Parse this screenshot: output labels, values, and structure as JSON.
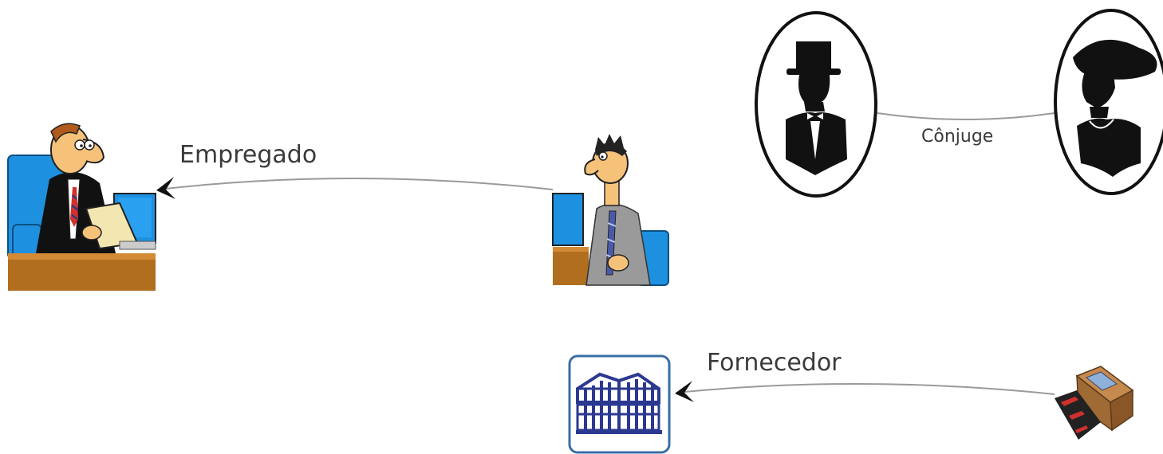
{
  "diagram": {
    "type": "relationship-graph",
    "nodes": [
      {
        "id": "boss",
        "icon": "office-boss-at-desk-icon"
      },
      {
        "id": "employee",
        "icon": "office-employee-icon"
      },
      {
        "id": "husband",
        "icon": "man-top-hat-silhouette-icon"
      },
      {
        "id": "wife",
        "icon": "woman-hat-silhouette-icon"
      },
      {
        "id": "company",
        "icon": "building-icon"
      },
      {
        "id": "supplier",
        "icon": "cardboard-box-icon"
      }
    ],
    "edges": [
      {
        "id": "empregado",
        "from": "employee",
        "to": "boss",
        "label": "Empregado",
        "directed": true
      },
      {
        "id": "conjuge",
        "from": "husband",
        "to": "wife",
        "label": "Cônjuge",
        "directed": false
      },
      {
        "id": "fornecedor",
        "from": "supplier",
        "to": "company",
        "label": "Fornecedor",
        "directed": true
      }
    ],
    "colors": {
      "edge": "#9a9a9a",
      "label": "#3a3a3a",
      "desk_wood": "#b06e1e",
      "monitor_blue": "#1e90e0",
      "building_blue": "#2b3990",
      "frame_blue": "#3a6ea5"
    }
  }
}
